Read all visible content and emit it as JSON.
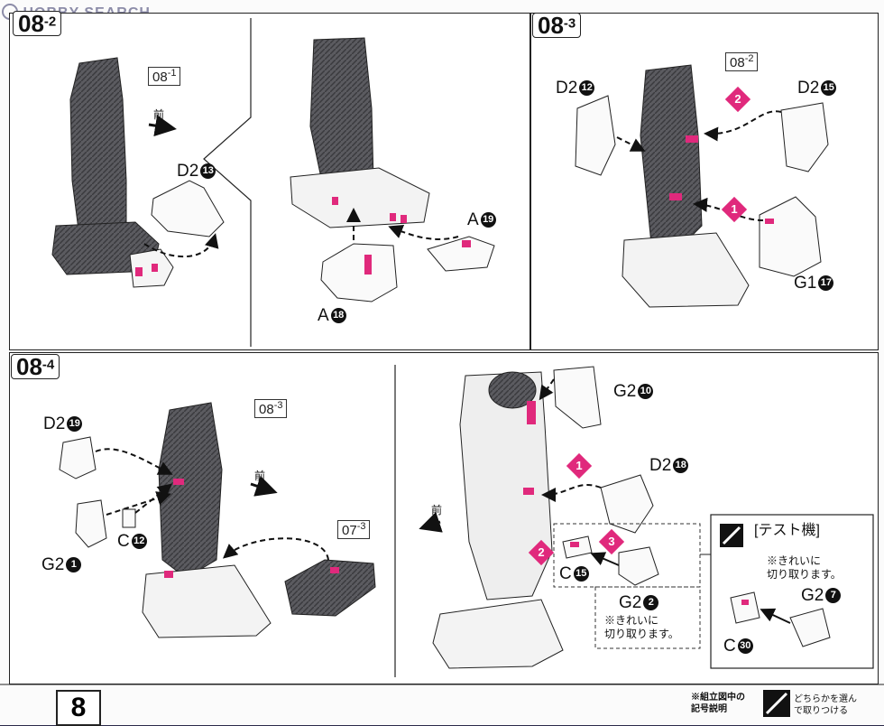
{
  "header": {
    "watermark": "HOBBY SEARCH"
  },
  "page_number": "8",
  "steps": {
    "s08_2": {
      "main": "08",
      "sub": "-2",
      "ref_main": "08",
      "ref_sub": "-1",
      "direction": "前",
      "parts": [
        {
          "letter": "D2",
          "number": "13"
        },
        {
          "letter": "A",
          "number": "19"
        },
        {
          "letter": "A",
          "number": "18"
        }
      ]
    },
    "s08_3": {
      "main": "08",
      "sub": "-3",
      "ref_main": "08",
      "ref_sub": "-2",
      "parts": [
        {
          "letter": "D2",
          "number": "12"
        },
        {
          "letter": "D2",
          "number": "15"
        },
        {
          "letter": "G1",
          "number": "17"
        }
      ],
      "order": [
        "1",
        "2"
      ]
    },
    "s08_4": {
      "main": "08",
      "sub": "-4",
      "ref_main": "08",
      "ref_sub": "-3",
      "ref2_main": "07",
      "ref2_sub": "-3",
      "direction": "前",
      "parts": [
        {
          "letter": "D2",
          "number": "19"
        },
        {
          "letter": "C",
          "number": "12"
        },
        {
          "letter": "G2",
          "number": "1"
        }
      ]
    },
    "s08_5": {
      "direction": "前",
      "parts": [
        {
          "letter": "G2",
          "number": "10"
        },
        {
          "letter": "D2",
          "number": "18"
        },
        {
          "letter": "C",
          "number": "15"
        },
        {
          "letter": "G2",
          "number": "2"
        }
      ],
      "order": [
        "1",
        "2",
        "3"
      ],
      "cut_note_1": "※きれいに",
      "cut_note_2": "切り取ります。"
    },
    "test_option": {
      "title": "[テスト機]",
      "note_1": "※きれいに",
      "note_2": "切り取ります。",
      "parts": [
        {
          "letter": "G2",
          "number": "7"
        },
        {
          "letter": "C",
          "number": "30"
        }
      ]
    }
  },
  "footer": {
    "legend_1": "※組立図中の",
    "legend_2": "記号説明",
    "choice_1": "どちらかを選ん",
    "choice_2": "で取りつける"
  },
  "colors": {
    "accent": "#e0297c",
    "ink": "#111111"
  }
}
